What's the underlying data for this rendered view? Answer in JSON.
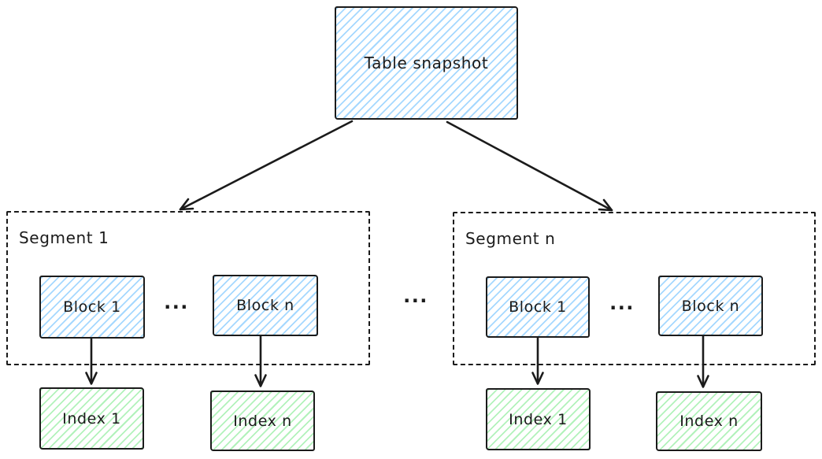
{
  "root": {
    "label": "Table snapshot"
  },
  "separator": "...",
  "segments": [
    {
      "label": "Segment 1",
      "ellipsis": "...",
      "blocks": [
        {
          "label": "Block 1"
        },
        {
          "label": "Block n"
        }
      ],
      "indexes": [
        {
          "label": "Index 1"
        },
        {
          "label": "Index n"
        }
      ]
    },
    {
      "label": "Segment n",
      "ellipsis": "...",
      "blocks": [
        {
          "label": "Block 1"
        },
        {
          "label": "Block n"
        }
      ],
      "indexes": [
        {
          "label": "Index 1"
        },
        {
          "label": "Index n"
        }
      ]
    }
  ],
  "colors": {
    "stroke": "#1b1b1b",
    "block_hatch": "#a5d8ff",
    "index_hatch": "#b2f2bb",
    "background": "#ffffff"
  }
}
